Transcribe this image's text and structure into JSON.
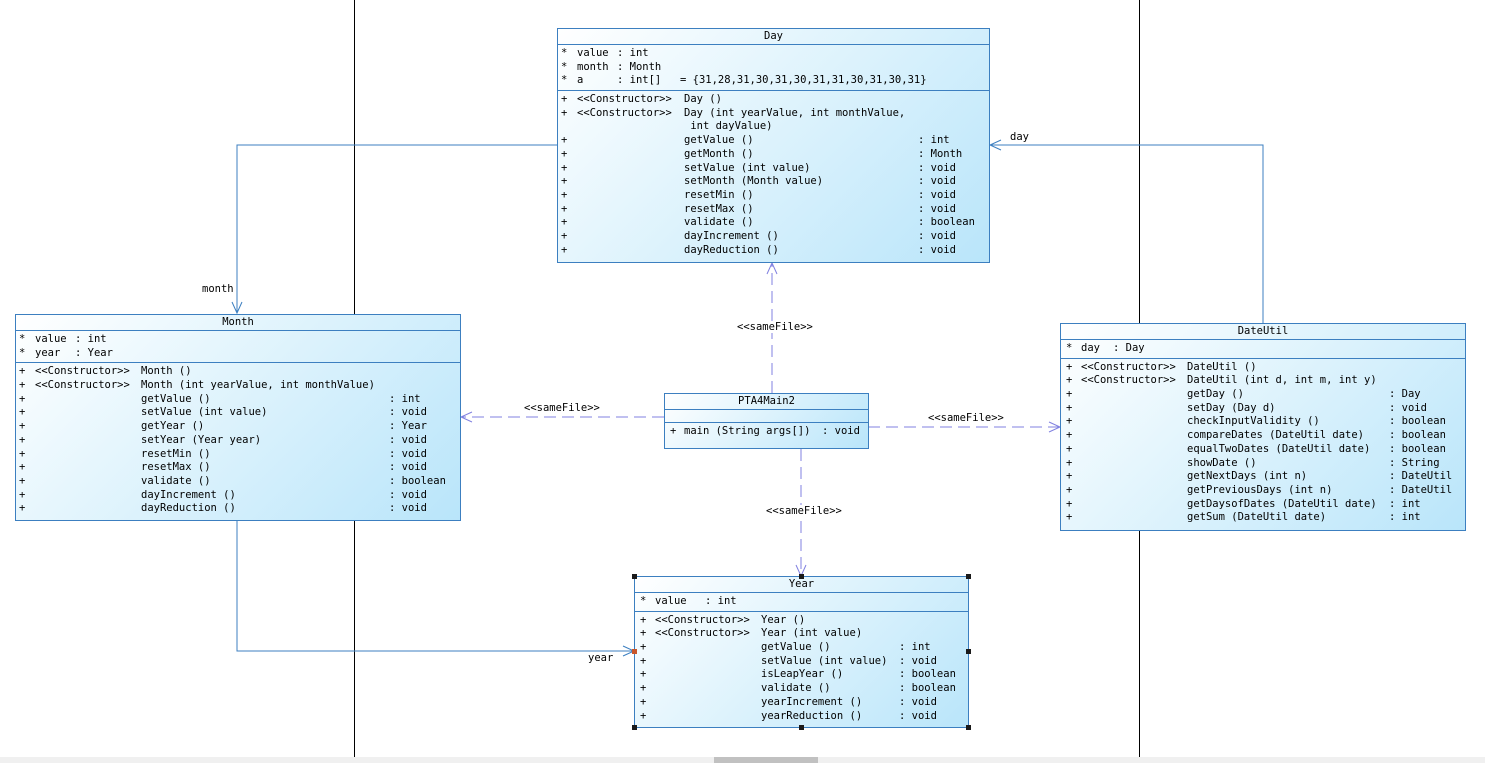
{
  "classes": {
    "day": {
      "name": "Day",
      "attributes": [
        {
          "vis": "*",
          "name": "value",
          "type": ": int",
          "extra": ""
        },
        {
          "vis": "*",
          "name": "month",
          "type": ": Month",
          "extra": ""
        },
        {
          "vis": "*",
          "name": "a",
          "type": ": int[]",
          "extra": "= {31,28,31,30,31,30,31,31,30,31,30,31}"
        }
      ],
      "constructors": [
        {
          "vis": "+",
          "stereo": "<<Constructor>>",
          "sig": "Day ()"
        },
        {
          "vis": "+",
          "stereo": "<<Constructor>>",
          "sig": "Day (int yearValue, int monthValue,"
        },
        {
          "vis": "",
          "stereo": "",
          "sig": " int dayValue)"
        }
      ],
      "methods": [
        {
          "vis": "+",
          "sig": "getValue ()",
          "ret": ": int"
        },
        {
          "vis": "+",
          "sig": "getMonth ()",
          "ret": ": Month"
        },
        {
          "vis": "+",
          "sig": "setValue (int value)",
          "ret": ": void"
        },
        {
          "vis": "+",
          "sig": "setMonth (Month value)",
          "ret": ": void"
        },
        {
          "vis": "+",
          "sig": "resetMin ()",
          "ret": ": void"
        },
        {
          "vis": "+",
          "sig": "resetMax ()",
          "ret": ": void"
        },
        {
          "vis": "+",
          "sig": "validate ()",
          "ret": ": boolean"
        },
        {
          "vis": "+",
          "sig": "dayIncrement ()",
          "ret": ": void"
        },
        {
          "vis": "+",
          "sig": "dayReduction ()",
          "ret": ": void"
        }
      ]
    },
    "month": {
      "name": "Month",
      "attributes": [
        {
          "vis": "*",
          "name": "value",
          "type": ": int",
          "extra": ""
        },
        {
          "vis": "*",
          "name": "year",
          "type": ": Year",
          "extra": ""
        }
      ],
      "constructors": [
        {
          "vis": "+",
          "stereo": "<<Constructor>>",
          "sig": "Month ()"
        },
        {
          "vis": "+",
          "stereo": "<<Constructor>>",
          "sig": "Month (int yearValue, int monthValue)"
        }
      ],
      "methods": [
        {
          "vis": "+",
          "sig": "getValue ()",
          "ret": ": int"
        },
        {
          "vis": "+",
          "sig": "setValue (int value)",
          "ret": ": void"
        },
        {
          "vis": "+",
          "sig": "getYear ()",
          "ret": ": Year"
        },
        {
          "vis": "+",
          "sig": "setYear (Year year)",
          "ret": ": void"
        },
        {
          "vis": "+",
          "sig": "resetMin ()",
          "ret": ": void"
        },
        {
          "vis": "+",
          "sig": "resetMax ()",
          "ret": ": void"
        },
        {
          "vis": "+",
          "sig": "validate ()",
          "ret": ": boolean"
        },
        {
          "vis": "+",
          "sig": "dayIncrement ()",
          "ret": ": void"
        },
        {
          "vis": "+",
          "sig": "dayReduction ()",
          "ret": ": void"
        }
      ]
    },
    "main": {
      "name": "PTA4Main2",
      "attributes": [],
      "methods": [
        {
          "vis": "+",
          "sig": "main (String args[])",
          "ret": ": void"
        }
      ]
    },
    "dateutil": {
      "name": "DateUtil",
      "attributes": [
        {
          "vis": "*",
          "name": "day",
          "type": ": Day",
          "extra": ""
        }
      ],
      "constructors": [
        {
          "vis": "+",
          "stereo": "<<Constructor>>",
          "sig": "DateUtil ()"
        },
        {
          "vis": "+",
          "stereo": "<<Constructor>>",
          "sig": "DateUtil (int d, int m, int y)"
        }
      ],
      "methods": [
        {
          "vis": "+",
          "sig": "getDay ()",
          "ret": ": Day"
        },
        {
          "vis": "+",
          "sig": "setDay (Day d)",
          "ret": ": void"
        },
        {
          "vis": "+",
          "sig": "checkInputValidity ()",
          "ret": ": boolean"
        },
        {
          "vis": "+",
          "sig": "compareDates (DateUtil date)",
          "ret": ": boolean"
        },
        {
          "vis": "+",
          "sig": "equalTwoDates (DateUtil date)",
          "ret": ": boolean"
        },
        {
          "vis": "+",
          "sig": "showDate ()",
          "ret": ": String"
        },
        {
          "vis": "+",
          "sig": "getNextDays (int n)",
          "ret": ": DateUtil"
        },
        {
          "vis": "+",
          "sig": "getPreviousDays (int n)",
          "ret": ": DateUtil"
        },
        {
          "vis": "+",
          "sig": "getDaysofDates (DateUtil date)",
          "ret": ": int"
        },
        {
          "vis": "+",
          "sig": "getSum (DateUtil date)",
          "ret": ": int"
        }
      ]
    },
    "year": {
      "name": "Year",
      "attributes": [
        {
          "vis": "*",
          "name": "value",
          "type": ": int",
          "extra": ""
        }
      ],
      "constructors": [
        {
          "vis": "+",
          "stereo": "<<Constructor>>",
          "sig": "Year ()"
        },
        {
          "vis": "+",
          "stereo": "<<Constructor>>",
          "sig": "Year (int value)"
        }
      ],
      "methods": [
        {
          "vis": "+",
          "sig": "getValue ()",
          "ret": ": int"
        },
        {
          "vis": "+",
          "sig": "setValue (int value)",
          "ret": ": void"
        },
        {
          "vis": "+",
          "sig": "isLeapYear ()",
          "ret": ": boolean"
        },
        {
          "vis": "+",
          "sig": "validate ()",
          "ret": ": boolean"
        },
        {
          "vis": "+",
          "sig": "yearIncrement ()",
          "ret": ": void"
        },
        {
          "vis": "+",
          "sig": "yearReduction ()",
          "ret": ": void"
        }
      ]
    }
  },
  "links": {
    "role_month": "month",
    "role_day": "day",
    "role_year": "year",
    "samefile_day": "<<sameFile>>",
    "samefile_month": "<<sameFile>>",
    "samefile_dateutil": "<<sameFile>>",
    "samefile_year": "<<sameFile>>"
  },
  "colors": {
    "border": "#3c7fc0",
    "association": "#3c7fc0",
    "dependency": "#8080e0"
  }
}
